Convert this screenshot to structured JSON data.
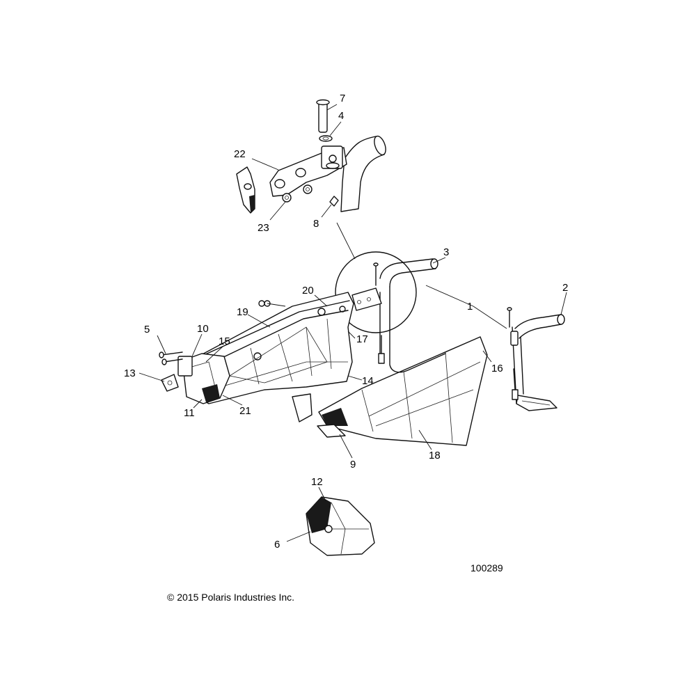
{
  "figure_number": "100289",
  "copyright": "© 2015 Polaris Industries Inc.",
  "callouts": [
    {
      "id": "c1",
      "label": "1"
    },
    {
      "id": "c2",
      "label": "2"
    },
    {
      "id": "c3",
      "label": "3"
    },
    {
      "id": "c4",
      "label": "4"
    },
    {
      "id": "c5",
      "label": "5"
    },
    {
      "id": "c6",
      "label": "6"
    },
    {
      "id": "c7",
      "label": "7"
    },
    {
      "id": "c8",
      "label": "8"
    },
    {
      "id": "c9",
      "label": "9"
    },
    {
      "id": "c10",
      "label": "10"
    },
    {
      "id": "c11",
      "label": "11"
    },
    {
      "id": "c12",
      "label": "12"
    },
    {
      "id": "c13",
      "label": "13"
    },
    {
      "id": "c14",
      "label": "14"
    },
    {
      "id": "c15",
      "label": "15"
    },
    {
      "id": "c16",
      "label": "16"
    },
    {
      "id": "c17",
      "label": "17"
    },
    {
      "id": "c18",
      "label": "18"
    },
    {
      "id": "c19",
      "label": "19"
    },
    {
      "id": "c20",
      "label": "20"
    },
    {
      "id": "c21",
      "label": "21"
    },
    {
      "id": "c22",
      "label": "22"
    },
    {
      "id": "c23",
      "label": "23"
    }
  ]
}
